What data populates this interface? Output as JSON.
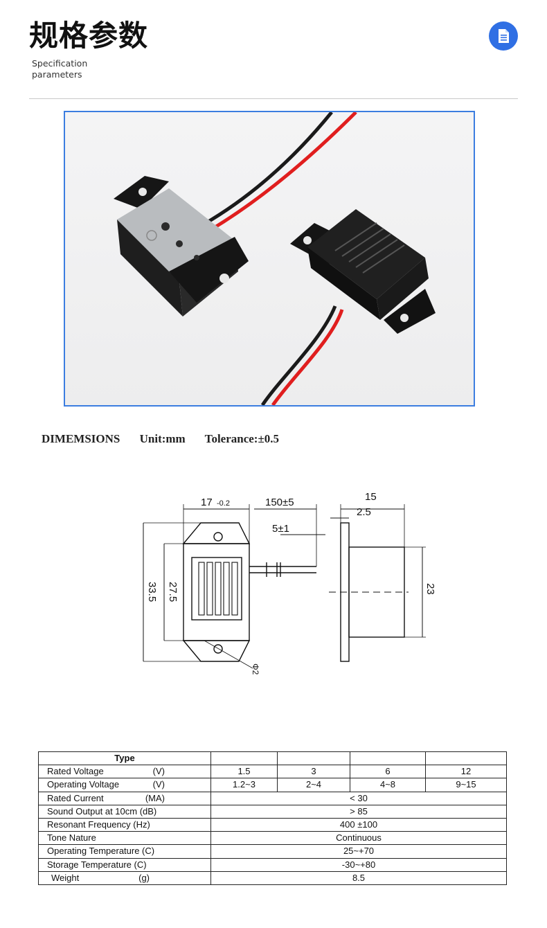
{
  "header": {
    "title": "规格参数",
    "subtitle_line1": "Specification",
    "subtitle_line2": "parameters",
    "icon": "document-icon"
  },
  "dimensions_line": {
    "label": "DIMEMSIONS",
    "unit": "Unit:mm",
    "tolerance": "Tolerance:±0.5"
  },
  "drawing": {
    "dim_width": "17",
    "dim_width_tol": "-0.2",
    "dim_lead": "150±5",
    "dim_strip": "5±1",
    "dim_depth": "15",
    "dim_flange": "2.5",
    "dim_height_total": "33.5",
    "dim_height_body": "27.5",
    "dim_side_height": "23",
    "dim_hole": "Φ2"
  },
  "spec_table": {
    "type_header": "Type",
    "columns": [
      "",
      "",
      "",
      ""
    ],
    "rows": [
      {
        "label": "Rated Voltage",
        "unit": "(V)",
        "values": [
          "1.5",
          "3",
          "6",
          "12"
        ]
      },
      {
        "label": "Operating  Voltage",
        "unit": "(V)",
        "values": [
          "1.2~3",
          "2~4",
          "4~8",
          "9~15"
        ]
      },
      {
        "label": "Rated Current",
        "unit": "(MA)",
        "merged": "< 30"
      },
      {
        "label": "Sound Output at 10cm (dB)",
        "unit": "",
        "merged": "> 85"
      },
      {
        "label": "Resonant Frequency  (Hz)",
        "unit": "",
        "merged": "400 ±100"
      },
      {
        "label": "Tone Nature",
        "unit": "",
        "merged": "Continuous"
      },
      {
        "label": "Operating Temperature  (C)",
        "unit": "",
        "merged": "25~+70"
      },
      {
        "label": "Storage  Temperature  (C)",
        "unit": "",
        "merged": "-30~+80"
      },
      {
        "label": "Weight",
        "unit": "(g)",
        "merged": "8.5"
      }
    ]
  }
}
